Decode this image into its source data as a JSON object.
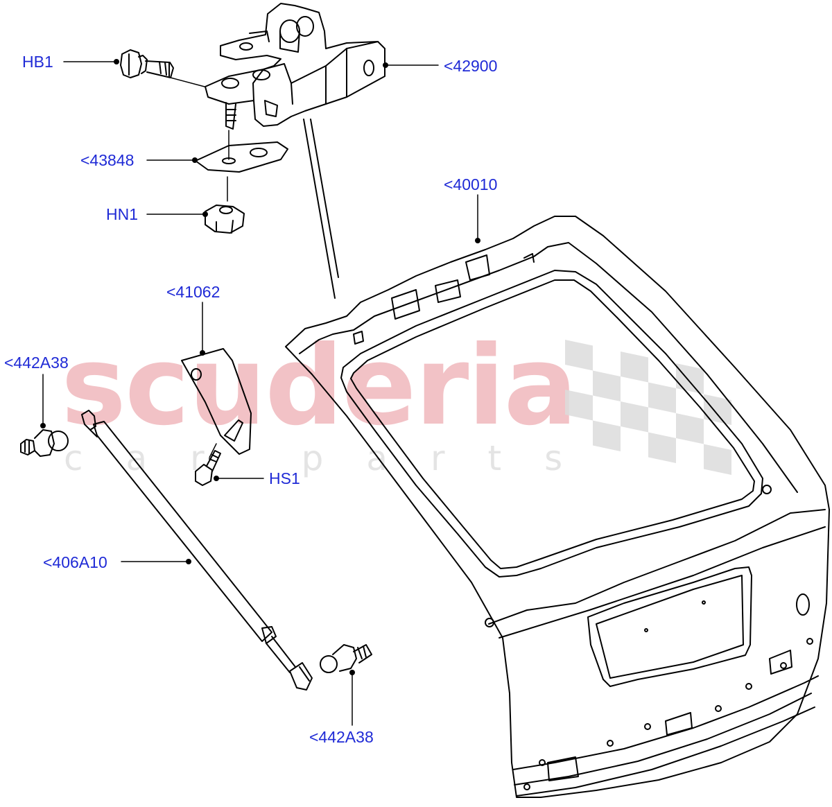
{
  "watermark": {
    "title": "scuderia",
    "subtitle": "car parts"
  },
  "callouts": {
    "hb1": "HB1",
    "p42900": "<42900",
    "p43848": "<43848",
    "hn1": "HN1",
    "p40010": "<40010",
    "p41062": "<41062",
    "p442a38_upper": "<442A38",
    "hs1": "HS1",
    "p406a10": "<406A10",
    "p442a38_lower": "<442A38"
  },
  "colors": {
    "callout_text": "#1f2ad6",
    "line_art": "#000000",
    "watermark_text": "#f2c2c6",
    "watermark_flag": "#dcdcdc"
  }
}
